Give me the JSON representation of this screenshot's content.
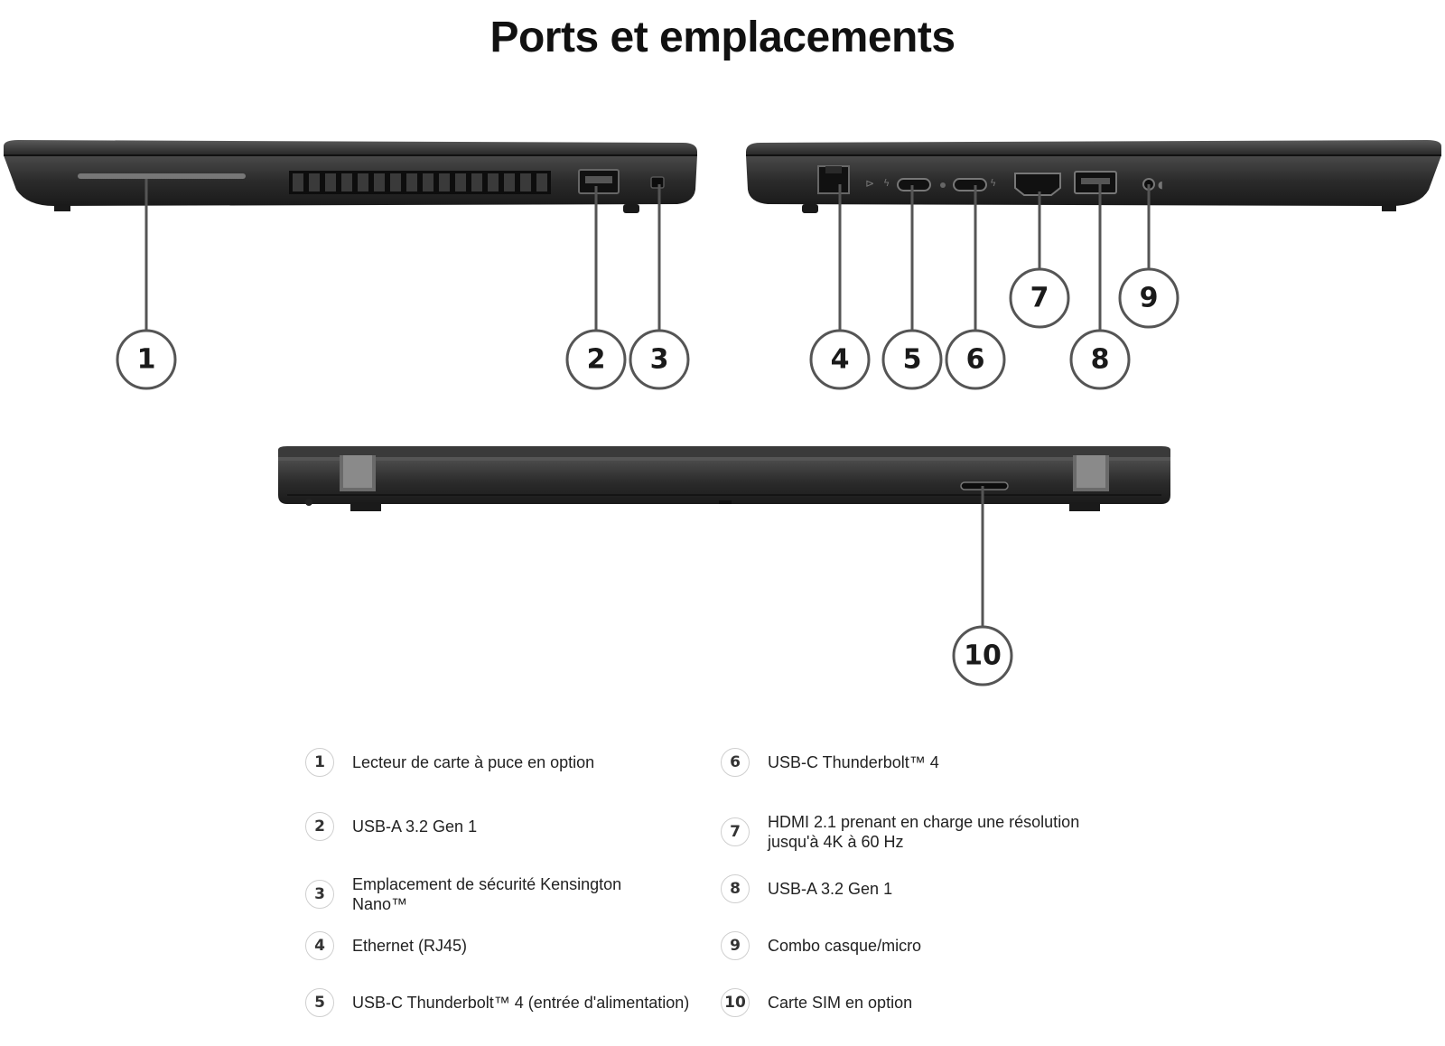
{
  "title": "Ports et emplacements",
  "callouts": [
    "1",
    "2",
    "3",
    "4",
    "5",
    "6",
    "7",
    "8",
    "9",
    "10"
  ],
  "legend": [
    {
      "num": "1",
      "label": "Lecteur de carte à puce en option"
    },
    {
      "num": "2",
      "label": "USB-A 3.2 Gen 1"
    },
    {
      "num": "3",
      "label": "Emplacement de sécurité Kensington Nano™"
    },
    {
      "num": "4",
      "label": "Ethernet (RJ45)"
    },
    {
      "num": "5",
      "label": "USB-C Thunderbolt™ 4 (entrée d'alimentation)"
    },
    {
      "num": "6",
      "label": "USB-C Thunderbolt™ 4"
    },
    {
      "num": "7",
      "label": "HDMI 2.1 prenant en charge une résolution jusqu'à 4K à 60 Hz"
    },
    {
      "num": "8",
      "label": "USB-A 3.2 Gen 1"
    },
    {
      "num": "9",
      "label": "Combo casque/micro"
    },
    {
      "num": "10",
      "label": "Carte SIM en option"
    }
  ]
}
